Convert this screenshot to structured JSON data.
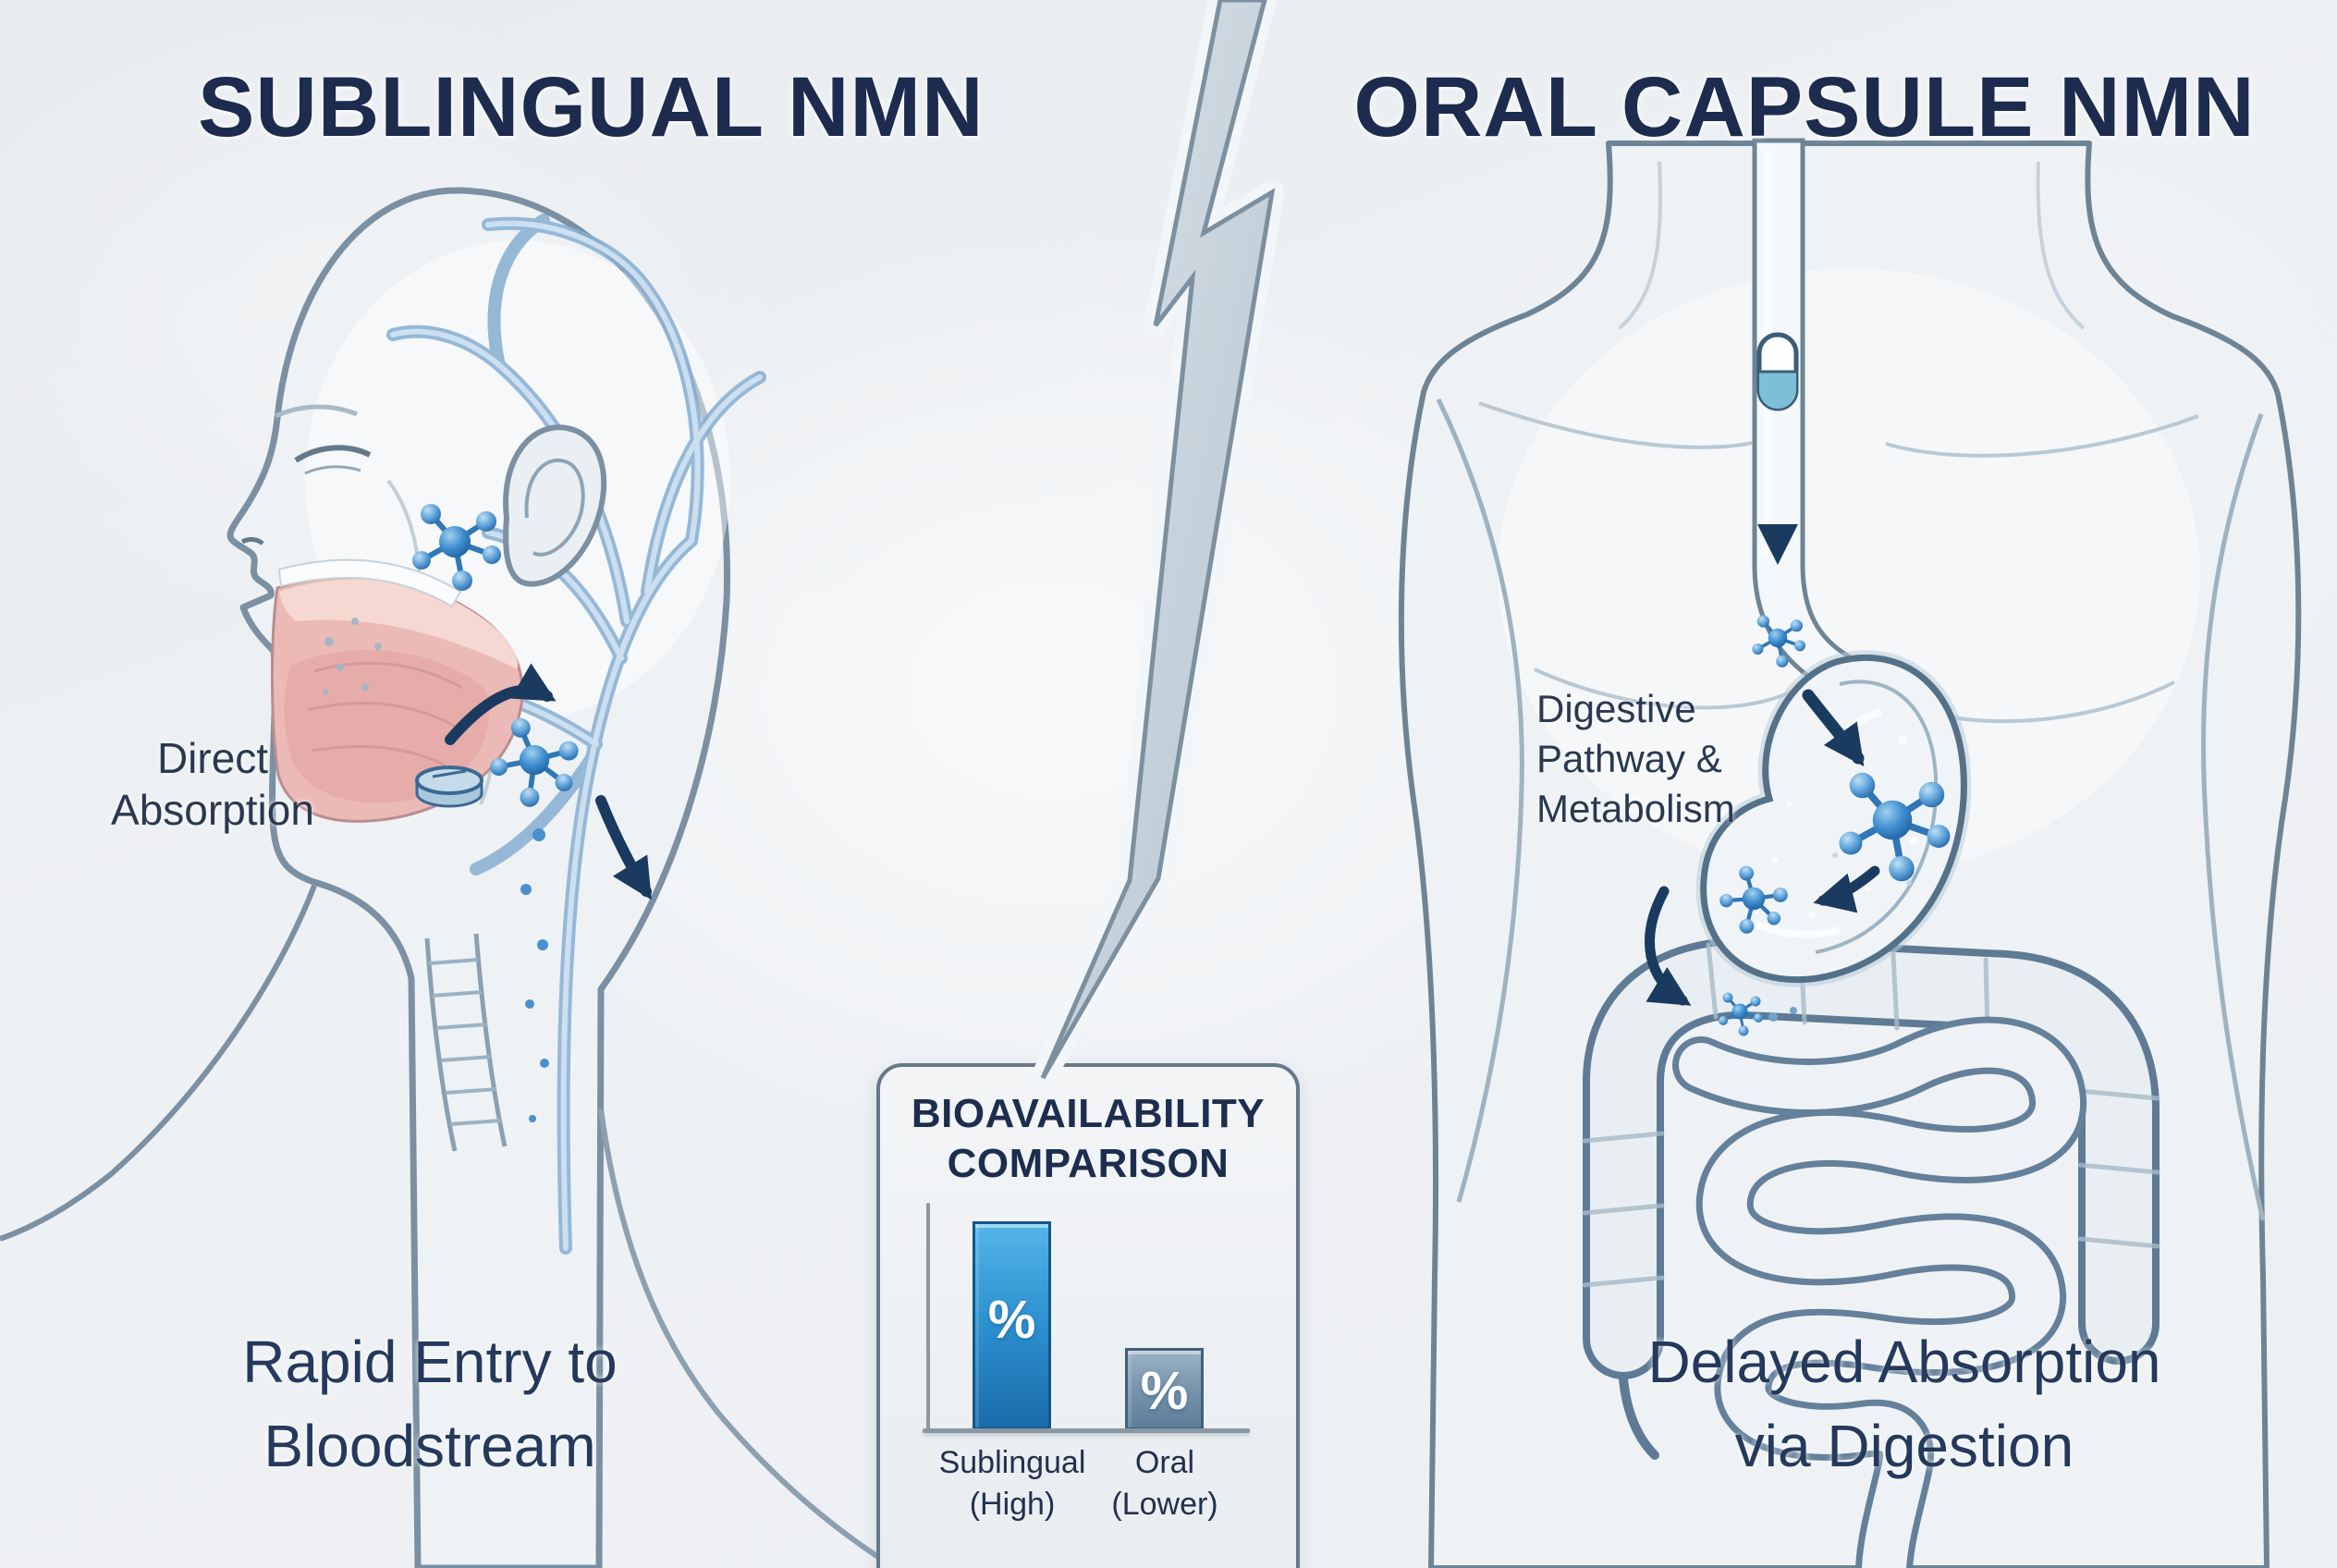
{
  "left_panel": {
    "title": "SUBLINGUAL NMN",
    "absorption_label": {
      "line1": "Direct",
      "line2": "Absorption"
    },
    "caption": {
      "line1": "Rapid Entry to",
      "line2": "Bloodstream"
    }
  },
  "right_panel": {
    "title": "ORAL CAPSULE NMN",
    "pathway_label": {
      "line1": "Digestive",
      "line2": "Pathway &",
      "line3": "Metabolism"
    },
    "caption": {
      "line1": "Delayed Absorption",
      "line2": "via Digestion"
    }
  },
  "comparison_box": {
    "title": {
      "line1": "BIOAVAILABILITY",
      "line2": "COMPARISON"
    },
    "bars": [
      {
        "label": {
          "line1": "Sublingual",
          "line2": "(High)"
        },
        "value_label": "%"
      },
      {
        "label": {
          "line1": "Oral",
          "line2": "(Lower)"
        },
        "value_label": "%"
      }
    ]
  },
  "chart_data": {
    "type": "bar",
    "title": "BIOAVAILABILITY COMPARISON",
    "categories": [
      "Sublingual (High)",
      "Oral (Lower)"
    ],
    "values_qualitative": [
      "High",
      "Lower"
    ],
    "bar_height_pct_of_axis": [
      92,
      36
    ],
    "bar_value_labels": [
      "%",
      "%"
    ],
    "bar_colors": [
      {
        "top": "#45abe3",
        "bottom": "#1a6cab",
        "border": "#12568c"
      },
      {
        "top": "#97aec2",
        "bottom": "#5d7d99",
        "border": "#41607d"
      }
    ],
    "xlabel": "",
    "ylabel": "",
    "axis_color": "#8a98a4",
    "grid": false,
    "legend": false
  },
  "icons": {
    "molecule": "nmn-molecule-cluster",
    "capsule": "oral-capsule",
    "tablet": "sublingual-tablet",
    "flow_arrow": "navy-flow-arrow",
    "divider": "lightning-bolt"
  },
  "colors": {
    "title_text": "#1c2b4e",
    "caption_text": "#24395c",
    "label_text": "#2a3950",
    "figure_outline": "#6e8494",
    "vein_blue": "#86aed2",
    "molecule_blue": "#2f7fc2",
    "arrow_navy": "#1b3a60",
    "mouth_pink": "#ecbab6",
    "capsule_teal": "#7dbfd6",
    "bolt_fill": "#c9d5de",
    "box_border": "#66788a",
    "background": "#edf0f3"
  }
}
